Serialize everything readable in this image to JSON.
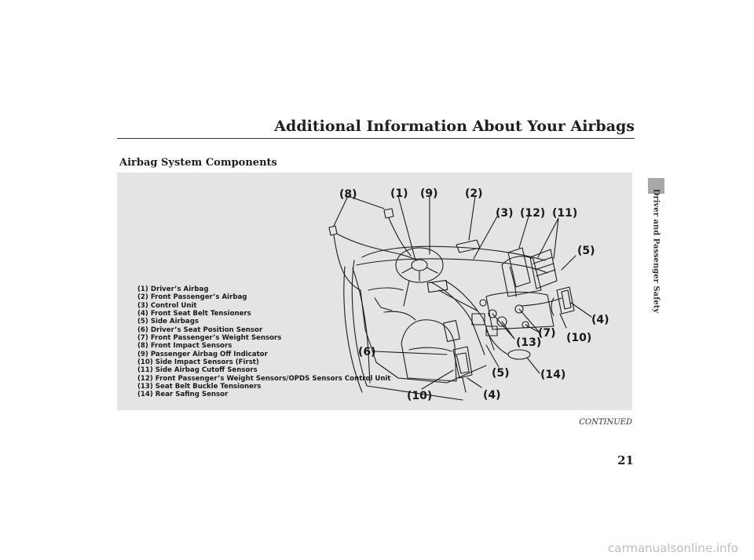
{
  "header": {
    "title": "Additional Information About Your Airbags"
  },
  "section": {
    "heading": "Airbag System Components"
  },
  "figure": {
    "legend": [
      "(1) Driver’s Airbag",
      "(2) Front Passenger’s Airbag",
      "(3) Control Unit",
      "(4) Front Seat Belt Tensioners",
      "(5) Side Airbags",
      "(6) Driver’s Seat Position Sensor",
      "(7) Front Passenger’s Weight Sensors",
      "(8) Front Impact Sensors",
      "(9) Passenger Airbag Off Indicator",
      "(10) Side Impact Sensors (First)",
      "(11) Side Airbag Cutoff Sensors",
      "(12) Front Passenger’s Weight Sensors/OPDS Sensors Control Unit",
      "(13) Seat Belt Buckle Tensioners",
      "(14) Rear Safing Sensor"
    ],
    "callouts": {
      "c8": "(8)",
      "c1": "(1)",
      "c9": "(9)",
      "c2": "(2)",
      "c3": "(3)",
      "c12": "(12)",
      "c11": "(11)",
      "c5_right": "(5)",
      "c4_right": "(4)",
      "c7": "(7)",
      "c10_right": "(10)",
      "c13": "(13)",
      "c6": "(6)",
      "c5_bottom": "(5)",
      "c14": "(14)",
      "c10_bottom": "(10)",
      "c4_bottom": "(4)"
    }
  },
  "side_tab": {
    "label": "Driver and Passenger Safety"
  },
  "footer": {
    "continued": "CONTINUED",
    "page_number": "21"
  },
  "watermark": {
    "text": "carmanualsonline.info"
  },
  "colors": {
    "figure_background": "#e4e4e4",
    "side_tab": "#a8a8a8",
    "watermark": "#bdbdbd"
  }
}
